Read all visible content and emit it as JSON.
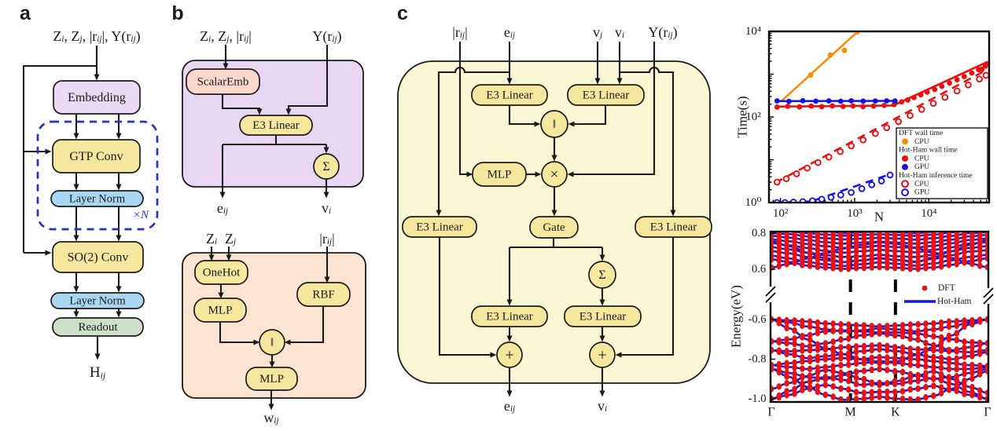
{
  "figure": {
    "panel_a": {
      "label": "a",
      "input": "Z~i~, Z~j~, |r~ij~|, Y(r~ij~)",
      "embedding": "Embedding",
      "gtp_conv": "GTP Conv",
      "layer_norm_1": "Layer Norm",
      "repeat": "×N",
      "so2_conv": "SO(2) Conv",
      "layer_norm_2": "Layer Norm",
      "readout": "Readout",
      "output": "H~ij~"
    },
    "panel_b": {
      "label": "b",
      "top": {
        "input_scalars": "Z~i~, Z~j~, |r~ij~|",
        "input_y": "Y(r~ij~)",
        "scalar_emb": "ScalarEmb",
        "e3_linear": "E3 Linear",
        "sum": "Σ",
        "out_edge": "e~ij~",
        "out_node": "v~i~"
      },
      "bottom": {
        "input_zi": "Z~i~",
        "input_zj": "Z~j~",
        "input_r": "|r~ij~|",
        "one_hot": "OneHot",
        "mlp_1": "MLP",
        "rbf": "RBF",
        "concat": "‖",
        "mlp_2": "MLP",
        "output": "w~ij~"
      }
    },
    "panel_c": {
      "label": "c",
      "in_r": "|r~ij~|",
      "in_e": "e~ij~",
      "in_vj": "v~j~",
      "in_vi": "v~i~",
      "in_y": "Y(r~ij~)",
      "e3_linear": "E3 Linear",
      "mlp": "MLP",
      "concat": "‖",
      "times": "×",
      "gate": "Gate",
      "sum": "Σ",
      "plus": "+",
      "out_e": "e~ij~",
      "out_v": "v~i~"
    }
  },
  "chart_data": [
    {
      "type": "scatter",
      "xlabel": "N",
      "ylabel": "Time(s)",
      "xscale": "log",
      "yscale": "log",
      "xlim": [
        70,
        65000
      ],
      "ylim": [
        1,
        10000
      ],
      "x_ticks": [
        {
          "label": "10²",
          "value": 100
        },
        {
          "label": "10³",
          "value": 1000
        },
        {
          "label": "10⁴",
          "value": 10000
        }
      ],
      "y_ticks": [
        {
          "label": "10⁰",
          "value": 1
        },
        {
          "label": "10²",
          "value": 100
        },
        {
          "label": "10⁴",
          "value": 10000
        }
      ],
      "legend": {
        "groups": [
          {
            "header": "DFT wall time",
            "items": [
              {
                "label": "CPU",
                "color": "#ff8c00",
                "filled": true
              }
            ]
          },
          {
            "header": "Hot-Ham wall time",
            "items": [
              {
                "label": "CPU",
                "color": "#ed0f0f",
                "filled": true
              },
              {
                "label": "GPU",
                "color": "#1414e6",
                "filled": true
              }
            ]
          },
          {
            "header": "Hot-Ham inference time",
            "items": [
              {
                "label": "CPU",
                "color": "#ed0f0f",
                "filled": false
              },
              {
                "label": "GPU",
                "color": "#1414e6",
                "filled": false
              }
            ]
          }
        ]
      },
      "series": [
        {
          "name": "DFT wall time (CPU)",
          "color": "#ff8c00",
          "line": "solid",
          "marker": "filled",
          "line_pts": [
            [
              103,
              235
            ],
            [
              1120,
              10200
            ]
          ],
          "pts": [
            [
              255,
              950
            ],
            [
              470,
              2800
            ],
            [
              730,
              3600
            ],
            [
              1080,
              9700
            ]
          ]
        },
        {
          "name": "Hot-Ham wall time (CPU)",
          "color": "#ed0f0f",
          "line": "solid",
          "marker": "filled",
          "line_pts": [
            [
              85,
              175
            ],
            [
              3300,
              185
            ],
            [
              62000,
              1950
            ]
          ],
          "pts": [
            [
              90,
              170
            ],
            [
              125,
              178
            ],
            [
              180,
              172
            ],
            [
              260,
              180
            ],
            [
              360,
              175
            ],
            [
              500,
              182
            ],
            [
              700,
              176
            ],
            [
              950,
              181
            ],
            [
              1300,
              174
            ],
            [
              1800,
              180
            ],
            [
              2500,
              185
            ],
            [
              3400,
              195
            ],
            [
              4300,
              225
            ],
            [
              5200,
              250
            ],
            [
              6300,
              285
            ],
            [
              7800,
              330
            ],
            [
              9500,
              380
            ],
            [
              12000,
              440
            ],
            [
              15000,
              520
            ],
            [
              19000,
              620
            ],
            [
              24000,
              740
            ],
            [
              30000,
              880
            ],
            [
              38000,
              1060
            ],
            [
              47000,
              1280
            ],
            [
              52000,
              1300
            ],
            [
              58000,
              1550
            ],
            [
              61000,
              1750
            ]
          ]
        },
        {
          "name": "Hot-Ham wall time (GPU)",
          "color": "#1414e6",
          "line": "solid",
          "marker": "filled",
          "line_pts": [
            [
              85,
              235
            ],
            [
              3600,
              238
            ]
          ],
          "pts": [
            [
              90,
              238
            ],
            [
              130,
              232
            ],
            [
              200,
              240
            ],
            [
              300,
              234
            ],
            [
              450,
              238
            ],
            [
              650,
              233
            ],
            [
              900,
              239
            ],
            [
              1300,
              235
            ],
            [
              1900,
              237
            ],
            [
              2700,
              238
            ],
            [
              3500,
              236
            ]
          ]
        },
        {
          "name": "Hot-Ham inference time (CPU)",
          "color": "#ed0f0f",
          "line": "dashed",
          "marker": "open",
          "line_pts": [
            [
              85,
              2.9
            ],
            [
              62000,
              1300
            ]
          ],
          "pts": [
            [
              90,
              3.0
            ],
            [
              120,
              3.6
            ],
            [
              165,
              4.7
            ],
            [
              230,
              6.4
            ],
            [
              320,
              8.6
            ],
            [
              450,
              11.5
            ],
            [
              640,
              15.5
            ],
            [
              900,
              21
            ],
            [
              1300,
              29
            ],
            [
              1900,
              41
            ],
            [
              2700,
              56
            ],
            [
              3900,
              78
            ],
            [
              5600,
              108
            ],
            [
              8000,
              150
            ],
            [
              11500,
              208
            ],
            [
              16500,
              288
            ],
            [
              24000,
              405
            ],
            [
              34000,
              560
            ],
            [
              48000,
              770
            ],
            [
              59000,
              940
            ]
          ]
        },
        {
          "name": "Hot-Ham inference time (GPU)",
          "color": "#1414e6",
          "line": "dashed",
          "marker": "open",
          "line_pts": [
            [
              85,
              1.0
            ],
            [
              260,
              1.06
            ],
            [
              3000,
              4.6
            ]
          ],
          "pts": [
            [
              90,
              1.0
            ],
            [
              115,
              1.0
            ],
            [
              150,
              1.02
            ],
            [
              200,
              1.05
            ],
            [
              270,
              1.1
            ],
            [
              360,
              1.2
            ],
            [
              480,
              1.32
            ],
            [
              650,
              1.5
            ],
            [
              900,
              1.72
            ],
            [
              1250,
              2.1
            ],
            [
              1700,
              2.6
            ],
            [
              2300,
              3.2
            ],
            [
              3000,
              4.4
            ]
          ]
        }
      ]
    },
    {
      "type": "band-structure",
      "ylabel": "Energy(eV)",
      "k_ticks": [
        {
          "label": "Γ",
          "frac": 0
        },
        {
          "label": "M",
          "frac": 0.366
        },
        {
          "label": "K",
          "frac": 0.574
        },
        {
          "label": "Γ",
          "frac": 1
        }
      ],
      "y_ticks_upper": [
        {
          "label": "0.8",
          "value": 0.8
        },
        {
          "label": "0.6",
          "value": 0.6
        }
      ],
      "y_ticks_lower": [
        {
          "label": "-0.6",
          "value": -0.6
        },
        {
          "label": "-0.8",
          "value": -0.8
        },
        {
          "label": "-1.0",
          "value": -1.0
        }
      ],
      "axis_break": true,
      "legend": {
        "dft": "DFT",
        "hotham": "Hot-Ham"
      },
      "colors": {
        "dft": "#e81212",
        "hotham": "#1515dd"
      },
      "n_kpoints": 29,
      "conduction_bands": [
        [
          0.655,
          0.64,
          0.62,
          0.61,
          0.602,
          0.608,
          0.612,
          0.608,
          0.602,
          0.61,
          0.625,
          0.645,
          0.66
        ],
        [
          0.675,
          0.66,
          0.64,
          0.628,
          0.618,
          0.628,
          0.638,
          0.63,
          0.62,
          0.632,
          0.65,
          0.668,
          0.68
        ],
        [
          0.7,
          0.688,
          0.668,
          0.65,
          0.64,
          0.65,
          0.66,
          0.652,
          0.642,
          0.658,
          0.678,
          0.698,
          0.705
        ],
        [
          0.722,
          0.71,
          0.692,
          0.678,
          0.668,
          0.672,
          0.68,
          0.672,
          0.668,
          0.68,
          0.7,
          0.718,
          0.728
        ],
        [
          0.745,
          0.732,
          0.718,
          0.702,
          0.692,
          0.7,
          0.708,
          0.7,
          0.694,
          0.708,
          0.722,
          0.742,
          0.75
        ],
        [
          0.765,
          0.755,
          0.74,
          0.728,
          0.718,
          0.722,
          0.73,
          0.722,
          0.72,
          0.73,
          0.744,
          0.762,
          0.77
        ],
        [
          0.785,
          0.775,
          0.762,
          0.75,
          0.742,
          0.748,
          0.752,
          0.748,
          0.742,
          0.75,
          0.764,
          0.782,
          0.79
        ],
        [
          0.8,
          0.795,
          0.782,
          0.772,
          0.765,
          0.77,
          0.774,
          0.77,
          0.764,
          0.772,
          0.785,
          0.8,
          0.805
        ],
        [
          0.82,
          0.81,
          0.8,
          0.792,
          0.786,
          0.79,
          0.794,
          0.79,
          0.785,
          0.792,
          0.804,
          0.816,
          0.824
        ],
        [
          0.61,
          0.63,
          0.66,
          0.69,
          0.715,
          0.735,
          0.75,
          0.74,
          0.718,
          0.692,
          0.662,
          0.632,
          0.612
        ],
        [
          0.755,
          0.728,
          0.692,
          0.662,
          0.64,
          0.648,
          0.662,
          0.65,
          0.64,
          0.665,
          0.7,
          0.735,
          0.76
        ],
        [
          0.84,
          0.83,
          0.82,
          0.81,
          0.8,
          0.805,
          0.81,
          0.805,
          0.8,
          0.808,
          0.82,
          0.832,
          0.84
        ]
      ],
      "valence_bands": [
        [
          -0.6,
          -0.605,
          -0.61,
          -0.62,
          -0.625,
          -0.63,
          -0.635,
          -0.63,
          -0.625,
          -0.62,
          -0.61,
          -0.605,
          -0.6
        ],
        [
          -0.6,
          -0.615,
          -0.635,
          -0.65,
          -0.66,
          -0.655,
          -0.645,
          -0.65,
          -0.66,
          -0.65,
          -0.635,
          -0.615,
          -0.6
        ],
        [
          -0.71,
          -0.7,
          -0.68,
          -0.66,
          -0.655,
          -0.66,
          -0.665,
          -0.665,
          -0.67,
          -0.685,
          -0.7,
          -0.715,
          -0.72
        ],
        [
          -0.71,
          -0.72,
          -0.735,
          -0.72,
          -0.7,
          -0.68,
          -0.67,
          -0.68,
          -0.7,
          -0.73,
          -0.755,
          -0.74,
          -0.72
        ],
        [
          -0.755,
          -0.76,
          -0.755,
          -0.75,
          -0.74,
          -0.735,
          -0.73,
          -0.74,
          -0.75,
          -0.755,
          -0.76,
          -0.765,
          -0.755
        ],
        [
          -0.755,
          -0.775,
          -0.795,
          -0.785,
          -0.775,
          -0.76,
          -0.75,
          -0.76,
          -0.775,
          -0.79,
          -0.8,
          -0.785,
          -0.765
        ],
        [
          -0.83,
          -0.82,
          -0.81,
          -0.8,
          -0.795,
          -0.8,
          -0.79,
          -0.795,
          -0.8,
          -0.81,
          -0.82,
          -0.83,
          -0.835
        ],
        [
          -0.83,
          -0.84,
          -0.85,
          -0.84,
          -0.83,
          -0.82,
          -0.81,
          -0.82,
          -0.83,
          -0.84,
          -0.85,
          -0.85,
          -0.84
        ],
        [
          -0.85,
          -0.87,
          -0.89,
          -0.9,
          -0.88,
          -0.86,
          -0.85,
          -0.862,
          -0.88,
          -0.9,
          -0.89,
          -0.87,
          -0.85
        ],
        [
          -0.6,
          -0.645,
          -0.7,
          -0.745,
          -0.775,
          -0.8,
          -0.82,
          -0.81,
          -0.78,
          -0.74,
          -0.68,
          -0.625,
          -0.6
        ],
        [
          -1.0,
          -0.96,
          -0.915,
          -0.89,
          -0.905,
          -0.93,
          -0.92,
          -0.925,
          -0.91,
          -0.895,
          -0.925,
          -0.965,
          -1.0
        ],
        [
          -1.0,
          -0.98,
          -0.95,
          -0.93,
          -0.95,
          -0.97,
          -0.965,
          -0.965,
          -0.95,
          -0.935,
          -0.955,
          -0.98,
          -1.0
        ],
        [
          -0.85,
          -0.89,
          -0.94,
          -0.98,
          -1.005,
          -1.0,
          -0.99,
          -1.0,
          -1.005,
          -0.985,
          -0.95,
          -0.9,
          -0.86
        ],
        [
          -0.95,
          -0.92,
          -0.885,
          -0.855,
          -0.87,
          -0.9,
          -0.93,
          -0.91,
          -0.885,
          -0.862,
          -0.9,
          -0.94,
          -0.97
        ]
      ]
    }
  ]
}
